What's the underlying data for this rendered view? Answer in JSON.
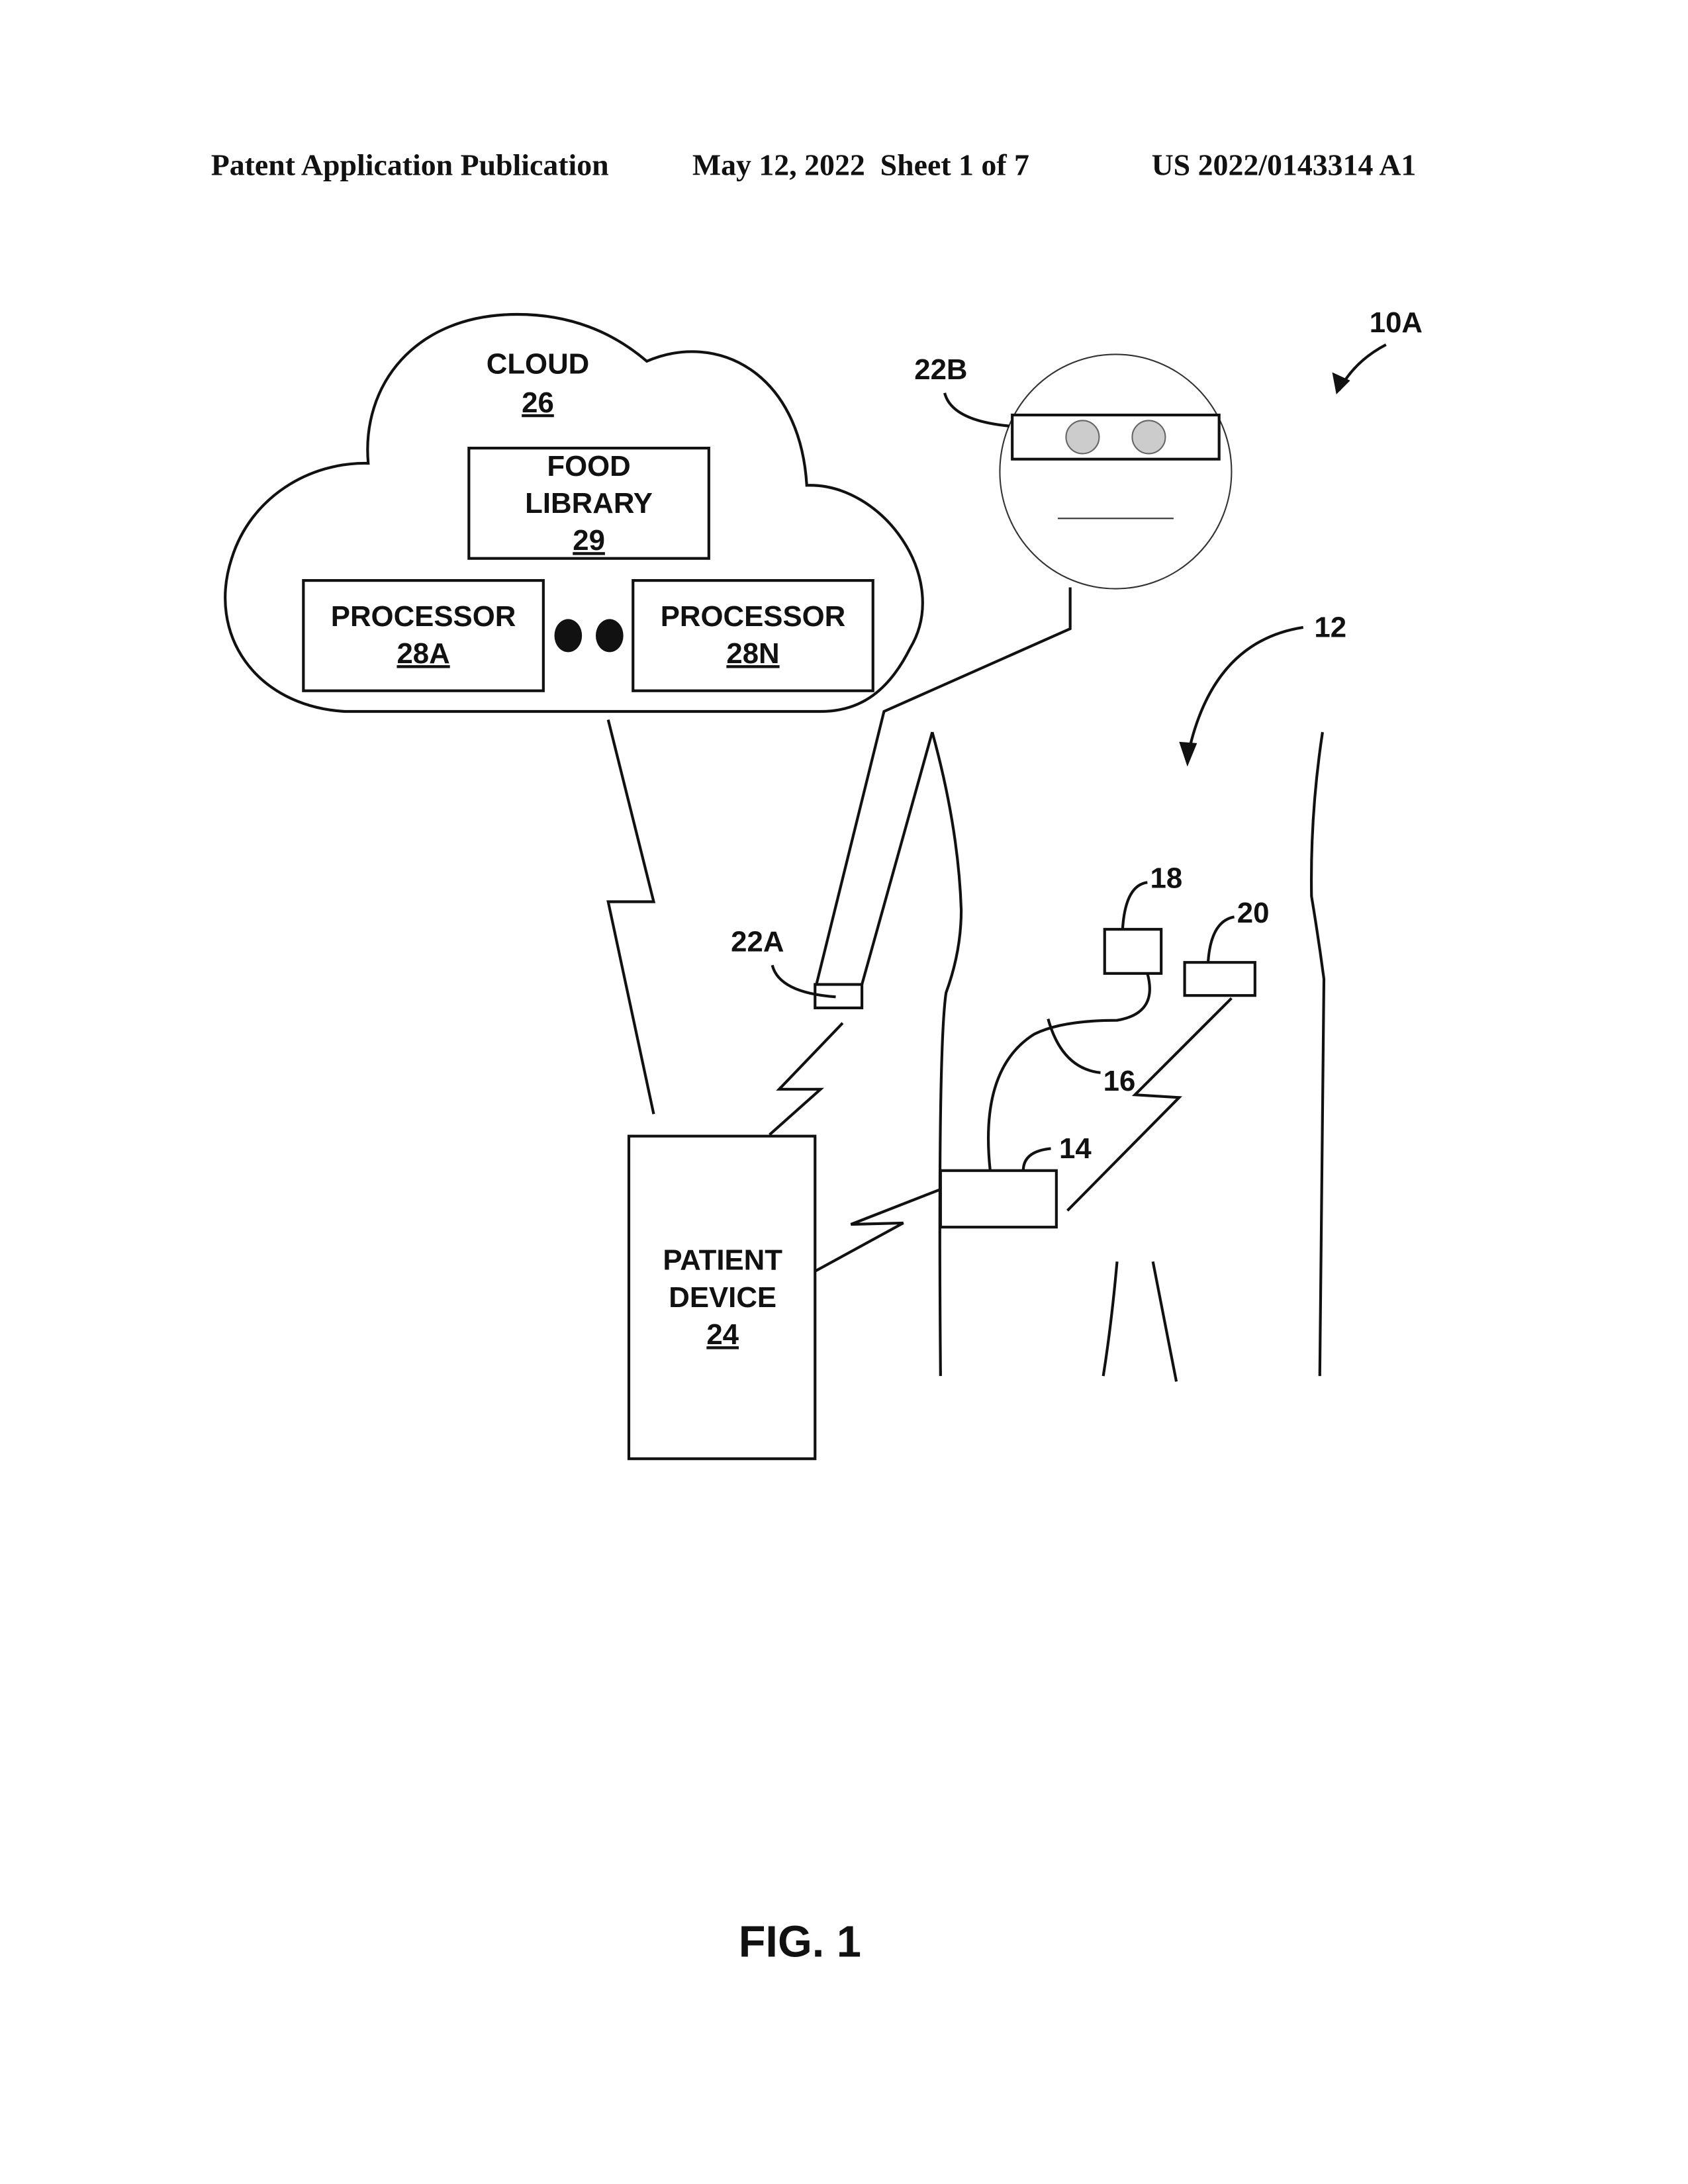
{
  "header": {
    "publication": "Patent Application Publication",
    "date_sheet": "May 12, 2022  Sheet 1 of 7",
    "number": "US 2022/0143314 A1"
  },
  "figure": {
    "system_ref": "10A",
    "cloud": {
      "label": "CLOUD",
      "ref": "26"
    },
    "food_library": {
      "line1": "FOOD",
      "line2": "LIBRARY",
      "ref": "29"
    },
    "processor_a": {
      "label": "PROCESSOR",
      "ref": "28A"
    },
    "processor_n": {
      "label": "PROCESSOR",
      "ref": "28N"
    },
    "wearable_glasses_ref": "22B",
    "wearable_wrist_ref": "22A",
    "patient_ref": "12",
    "patient_device": {
      "line1": "PATIENT",
      "line2": "DEVICE",
      "ref": "24"
    },
    "pump_ref": "14",
    "tubing_ref": "16",
    "infusion_ref": "18",
    "sensor_ref": "20",
    "caption": "FIG. 1"
  }
}
